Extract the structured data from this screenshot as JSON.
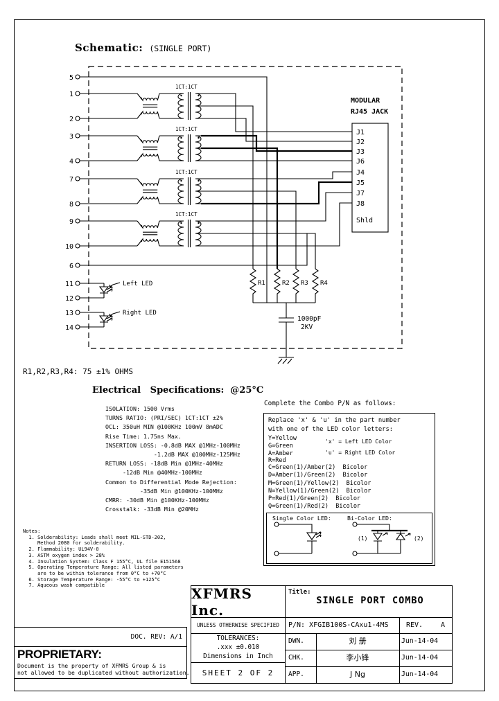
{
  "schematic": {
    "heading": "Schematic:",
    "heading_sub": "(SINGLE PORT)",
    "pins": [
      "5",
      "1",
      "2",
      "3",
      "4",
      "7",
      "8",
      "9",
      "10",
      "6",
      "11",
      "12",
      "13",
      "14"
    ],
    "transformer_ratio": "1CT:1CT",
    "jack_header_1": "MODULAR",
    "jack_header_2": "RJ45 JACK",
    "jack_pins": [
      "J1",
      "J2",
      "J3",
      "J6",
      "J4",
      "J5",
      "J7",
      "J8"
    ],
    "jack_shield": "Shld",
    "resistors": [
      "R1",
      "R2",
      "R3",
      "R4"
    ],
    "capacitor_value": "1000pF",
    "capacitor_rating": "2KV",
    "left_led": "Left LED",
    "right_led": "Right LED",
    "resistor_note": "R1,R2,R3,R4: 75 ±1% OHMS"
  },
  "specs": {
    "heading": "Electrical   Specifications:  @25°C",
    "body": "ISOLATION: 1500 Vrms\nTURNS RATIO: (PRI/SEC) 1CT:1CT ±2%\nOCL: 350uH MIN @100KHz 100mV 8mADC\nRise Time: 1.75ns Max.\nINSERTION LOSS: -0.8dB MAX @1MHz-100MHz\n              -1.2dB MAX @100MHz-125MHz\nRETURN LOSS: -18dB Min @1MHz-40MHz\n     -12dB Min @40MHz-100MHz\nCommon to Differential Mode Rejection:\n          -35dB Min @100KHz-100MHz\nCMRR: -30dB Min @100KHz-100MHz\nCrosstalk: -33dB Min @20MHz"
  },
  "combo": {
    "heading": "Complete the Combo P/N as follows:",
    "intro": "Replace 'x' & 'u' in the part number\nwith one of the LED color letters:",
    "single_colors": "Y=Yellow\nG=Green\nA=Amber\nR=Red",
    "x_note": "'x' = Left LED Color",
    "u_note": "'u' = Right LED Color",
    "bicolor_list": "C=Green(1)/Amber(2)  Bicolor\nD=Amber(1)/Green(2)  Bicolor\nM=Green(1)/Yellow(2)  Bicolor\nN=Yellow(1)/Green(2)  Bicolor\nP=Red(1)/Green(2)  Bicolor\nQ=Green(1)/Red(2)  Bicolor",
    "single_led_label": "Single Color LED:",
    "bicolor_led_label": "Bi-Color LED:",
    "led1_label": "(1)",
    "led2_label": "(2)"
  },
  "notes": {
    "body": "Notes:\n  1. Solderability: Leads shall meet MIL-STD-202,\n     Method 2080 for solderability.\n  2. Flammability: UL94V-0\n  3. ASTM oxygen index > 28%\n  4. Insulation System: Class F 155°C, UL file E151568\n  5. Operating Temperature Range: All listed parameters\n     are to be within tolerance from 0°C to +70°C\n  6. Storage Temperature Range: -55°C to +125°C\n  7. Aqueous wash compatible"
  },
  "title_block": {
    "company": "XFMRS Inc.",
    "title_label": "Title:",
    "title": "SINGLE PORT COMBO",
    "unless": "UNLESS OTHERWISE SPECIFIED",
    "tolerances_label": "TOLERANCES:",
    "tolerance_value": ".xxx ±0.010",
    "dimensions": "Dimensions in Inch",
    "sheet": "SHEET 2 OF 2",
    "pn": "P/N: XFGIB100S-CAxu1-4MS",
    "rev_label": "REV.",
    "rev": "A",
    "rows": [
      {
        "role": "DWN.",
        "name": "刘 册",
        "date": "Jun-14-04"
      },
      {
        "role": "CHK.",
        "name": "李小锋",
        "date": "Jun-14-04"
      },
      {
        "role": "APP.",
        "name": "J Ng",
        "date": "Jun-14-04"
      }
    ]
  },
  "proprietary": {
    "heading": "PROPRIETARY:",
    "doc_rev": "DOC. REV: A/1",
    "body": "Document is the property of XFMRS Group & is\nnot allowed to be duplicated without authorization."
  }
}
